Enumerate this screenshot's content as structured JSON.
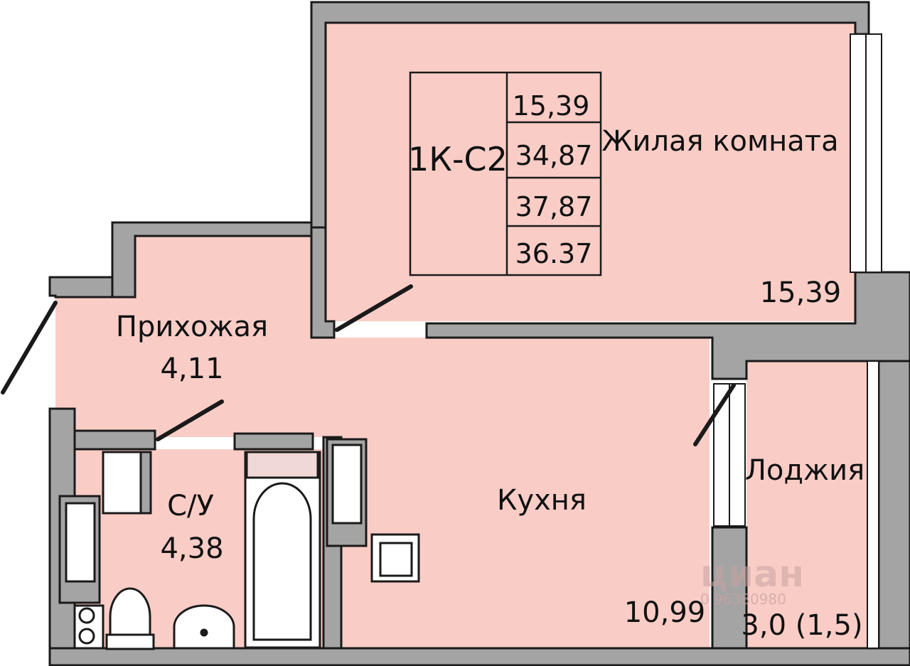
{
  "plan": {
    "code": "1К-С2",
    "areas_table": [
      "15,39",
      "34,87",
      "37,87",
      "36.37"
    ]
  },
  "rooms": {
    "living": {
      "name": "Жилая комната",
      "area": "15,39"
    },
    "hall": {
      "name": "Прихожая",
      "area": "4,11"
    },
    "bathroom": {
      "name": "С/У",
      "area": "4,38"
    },
    "kitchen": {
      "name": "Кухня",
      "area": "10,99"
    },
    "loggia": {
      "name": "Лоджия",
      "area": "3,0 (1,5)"
    }
  },
  "watermark": {
    "brand": "циан",
    "number": "0 96380980"
  },
  "colors": {
    "floor": "#f9cdc6",
    "wall": "#a4a4a4",
    "wall_outline": "#1a1a1a",
    "text": "#111111"
  }
}
